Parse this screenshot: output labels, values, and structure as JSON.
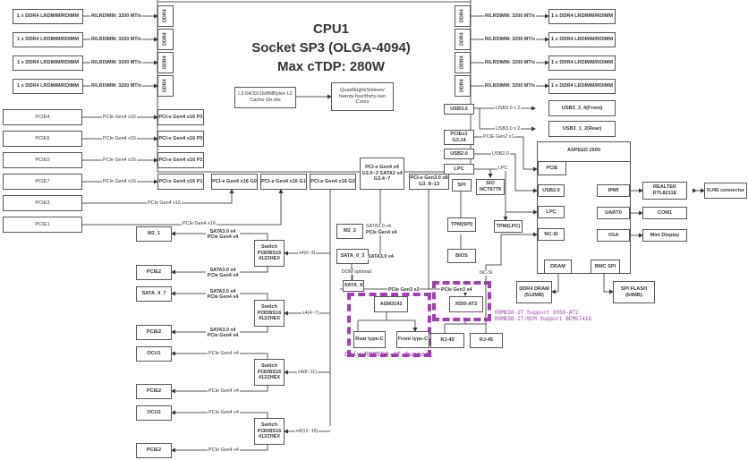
{
  "cpu": {
    "title_line1": "CPU1",
    "title_line2": "Socket SP3 (OLGA-4094)",
    "title_line3": "Max cTDP: 280W",
    "cache": "L3 64/32/16/8MBytes L2 Cache On-die",
    "cores": "Quad/Eight/Sixteen/ twenty-four/thirty-two Cores",
    "ddr_port_label": "DDR4"
  },
  "memory": {
    "dimm_label": "1 x DDR4 LRDIMM/RDIMM",
    "link_label": "R/LRDIMM: 3200 MT/s"
  },
  "pcie_ports_left": [
    {
      "port": "PCI-e Gen4 x16 P3",
      "slot": "PCIE4",
      "link": "PCIe Gen4 x16"
    },
    {
      "port": "PCI-e Gen4 x16 P0",
      "slot": "PCIE6",
      "link": "PCIe Gen4 x16"
    },
    {
      "port": "PCI-e Gen4 x16 P2",
      "slot": "PCIE5",
      "link": "PCIe Gen4 x16"
    },
    {
      "port": "PCI-e Gen4 x16 P1",
      "slot": "PCIE7",
      "link": "PCIe Gen4 x16"
    }
  ],
  "pcie_ports_bottom": [
    {
      "port": "PCI-e Gen4 x16 G0"
    },
    {
      "port": "PCI-e Gen4 x16 G1"
    },
    {
      "port": "PCI-e Gen4 x16 G2"
    },
    {
      "port": "PCI-e Gen4 x4 G3.0~3 SATA3 x4 G3.4~7"
    },
    {
      "port": "PCI-e Gen3.0 x8 G3. 8~13"
    }
  ],
  "slots_extra": {
    "pcie3": "PCIE3",
    "pcie3_link": "PCIe Gen4 x16",
    "pcie1": "PCIE1",
    "pcie1_link": "PCIe Gen4 x16"
  },
  "switches": {
    "label": "Switch PI3DBS16 412ZHEX",
    "lanes": [
      "x4(0~3)",
      "x4(4~7)",
      "x4(8~11)",
      "x4(12~15)"
    ]
  },
  "switch_devices": [
    {
      "name": "M2_1",
      "link": "SATA3.0 x4 PCIe Gen4 x4"
    },
    {
      "name": "PCIE2",
      "link": "SATA3.0 x4 PCIe Gen4 x4"
    },
    {
      "name": "SATA_4_7",
      "link": "SATA3.0 x4 PCIe Gen4 x4"
    },
    {
      "name": "PCIE2",
      "link": "SATA3.0 x4 PCIe Gen4 x4"
    },
    {
      "name": "OCU1",
      "link": "PCIe Gen4 x4"
    },
    {
      "name": "PCIE2",
      "link": "PCIe Gen4 x4"
    },
    {
      "name": "OCU2",
      "link": "PCIe Gen4 x4"
    },
    {
      "name": "PCIE2",
      "link": "PCIe Gen4 x4"
    }
  ],
  "storage": {
    "m2_2": "M2_2",
    "m2_2_link1": "SATA3.0 x4",
    "m2_2_link2": "PCIe Gen4 x4",
    "sata_0_3": "SATA_0_3",
    "sata_0_3_link": "SATA3.0 x4",
    "dom_optional": "DOM optional",
    "sata_8": "SATA_8"
  },
  "usb_io": {
    "usb30": "USB3.0",
    "usb30_link": "USB3.0 x 2",
    "usb_front": "USB3_3_4(Front)",
    "usb_rear": "USB3_1_2(Rear)",
    "pciex1": "PCIEx1 G3.14",
    "pciex1_link": "PCIE Gen2 x1",
    "usb20": "USB2.0",
    "usb20_link": "USB2.0",
    "lpc": "LPC",
    "lpc_link": "LPC",
    "spi": "SPI",
    "sio": "SIO NCT6779",
    "tpm_spi": "TPM(SPI)",
    "bios": "BIOS",
    "tpm_lpc": "TPM(LPC)"
  },
  "bmc": {
    "title": "ASPEED 2500",
    "pcie": "PCIE",
    "usb20": "USB2.0",
    "lpc": "LPC",
    "ncsi": "NC-SI",
    "ipmi": "IPMI",
    "uart0": "UART0",
    "vga": "VGA",
    "dram": "DRAM",
    "bmc_spi": "BMC SPI",
    "realtek": "REALTEK RTL8211E",
    "rj45_conn": "RJ45 connector",
    "com1": "COM1",
    "mini_display": "Mini Display",
    "ddr4_dram": "DDR4 DRAM (512MB)",
    "spi_flash": "SPI FLASH (64MB)",
    "ncsi_link": "NC-SI"
  },
  "optional": {
    "asm3142": "ASM3142",
    "asm_link": "PCIe Gen3 x2",
    "x550": "X550-AT2",
    "x550_link": "PCIe Gen3 x4",
    "rear_typec": "Rear type-C",
    "front_typec": "Front type-C",
    "rj45a": "RJ-45",
    "rj45b": "RJ-45",
    "only_note": "Only ROMED8-2T Support",
    "note_line1": "ROMED8-2T Support X550-AT2",
    "note_line2": "ROMED8-2T/BCM Support BCM57416",
    "accent_color": "#a03fb0"
  }
}
